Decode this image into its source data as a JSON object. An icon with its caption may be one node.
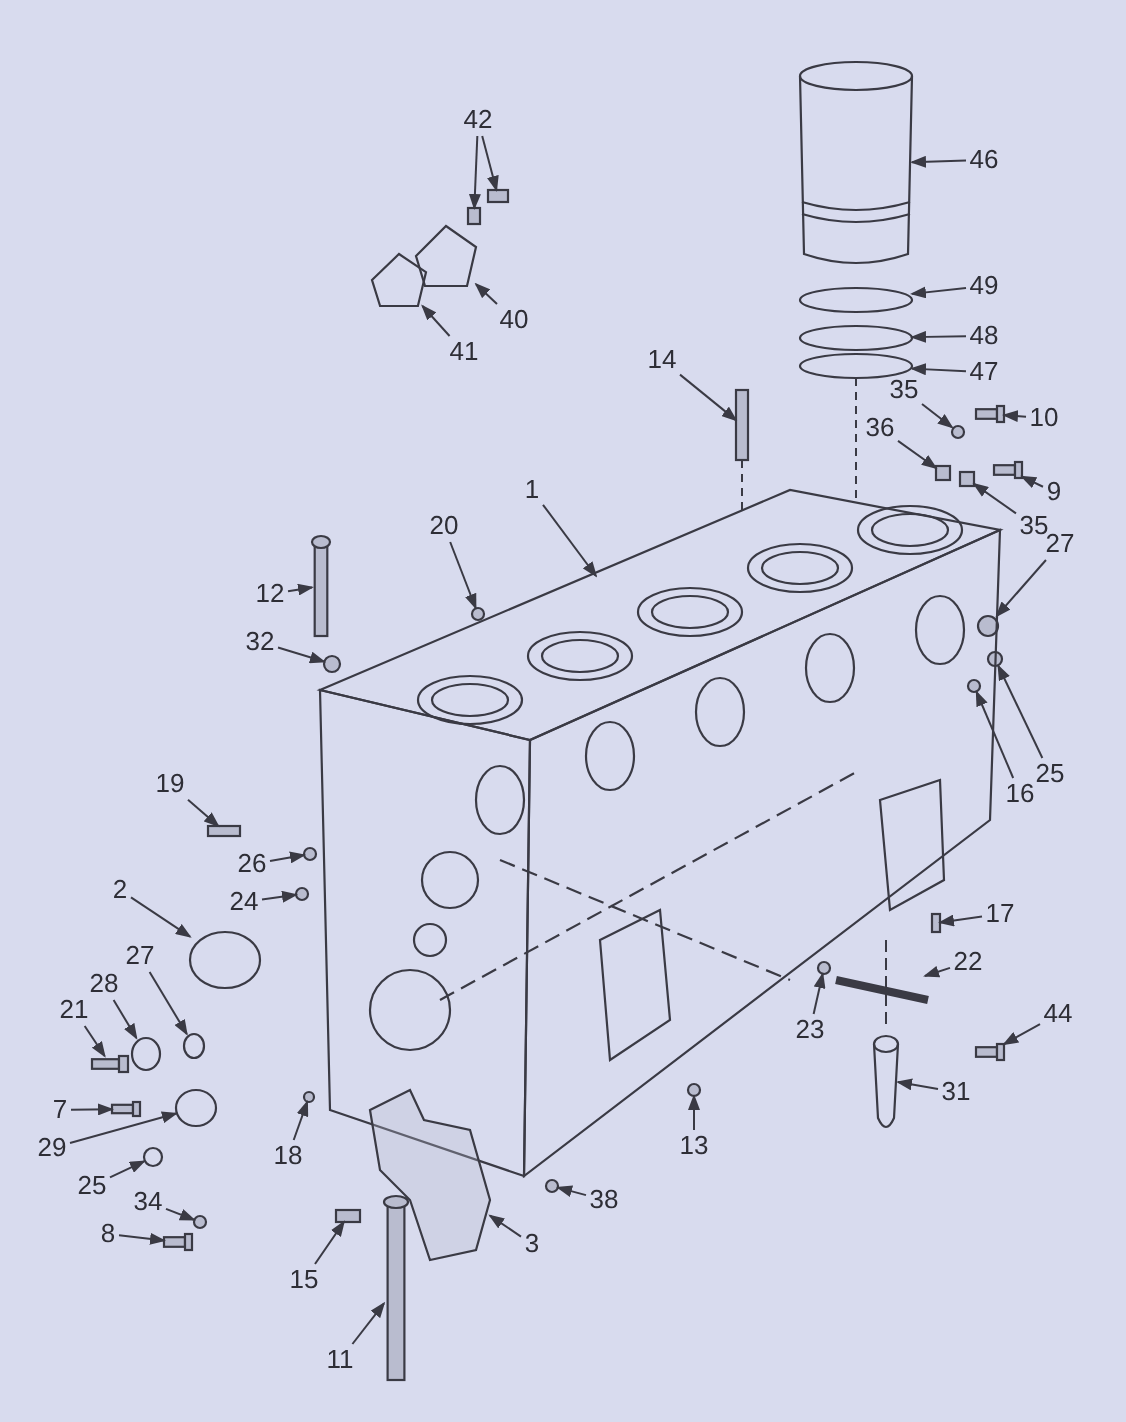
{
  "diagram": {
    "nodes": [
      {
        "text": [
          "42"
        ]
      },
      {
        "text": [
          "46"
        ]
      },
      {
        "text": [
          "49"
        ]
      },
      {
        "text": [
          "40"
        ]
      },
      {
        "text": [
          "48"
        ]
      },
      {
        "text": [
          "41"
        ]
      },
      {
        "text": [
          "14"
        ]
      },
      {
        "text": [
          "47"
        ]
      },
      {
        "text": [
          "35"
        ]
      },
      {
        "text": [
          "10"
        ]
      },
      {
        "text": [
          "36"
        ]
      },
      {
        "text": [
          "9"
        ]
      },
      {
        "text": [
          "1"
        ]
      },
      {
        "text": [
          "35"
        ]
      },
      {
        "text": [
          "20"
        ]
      },
      {
        "text": [
          "27"
        ]
      },
      {
        "text": [
          "12"
        ]
      },
      {
        "text": [
          "32"
        ]
      },
      {
        "text": [
          "25"
        ]
      },
      {
        "text": [
          "19"
        ]
      },
      {
        "text": [
          "16"
        ]
      },
      {
        "text": [
          "26"
        ]
      },
      {
        "text": [
          "2"
        ]
      },
      {
        "text": [
          "24"
        ]
      },
      {
        "text": [
          "17"
        ]
      },
      {
        "text": [
          "27"
        ]
      },
      {
        "text": [
          "22"
        ]
      },
      {
        "text": [
          "28"
        ]
      },
      {
        "text": [
          "21"
        ]
      },
      {
        "text": [
          "44"
        ]
      },
      {
        "text": [
          "23"
        ]
      },
      {
        "text": [
          "31"
        ]
      },
      {
        "text": [
          "7"
        ]
      },
      {
        "text": [
          "29"
        ]
      },
      {
        "text": [
          "13"
        ]
      },
      {
        "text": [
          "18"
        ]
      },
      {
        "text": [
          "25"
        ]
      },
      {
        "text": [
          "38"
        ]
      },
      {
        "text": [
          "34"
        ]
      },
      {
        "text": [
          "8"
        ]
      },
      {
        "text": [
          "3"
        ]
      },
      {
        "text": [
          "15"
        ]
      },
      {
        "text": [
          "11"
        ]
      },
      {
        "text": [],
        "shape": "picture"
      },
      {
        "text": [],
        "shape": "pin"
      },
      {
        "text": [],
        "shape": "pin"
      },
      {
        "text": [],
        "shape": "cylinder"
      },
      {
        "text": [],
        "shape": "ring"
      },
      {
        "text": [],
        "shape": "plate"
      },
      {
        "text": [],
        "shape": "ring"
      },
      {
        "text": [],
        "shape": "plate"
      },
      {
        "text": [],
        "shape": "pin"
      },
      {
        "text": [],
        "shape": "ring"
      },
      {
        "text": [],
        "shape": "circle"
      },
      {
        "text": [],
        "shape": "bolt"
      },
      {
        "text": [],
        "shape": "box"
      },
      {
        "text": [],
        "shape": "bolt"
      },
      {
        "text": [],
        "shape": "box"
      },
      {
        "text": [],
        "shape": "circle"
      },
      {
        "text": [],
        "shape": "circle",
        "in": 43
      },
      {
        "text": [],
        "shape": "bolt"
      },
      {
        "text": [],
        "shape": "circle"
      },
      {
        "text": [],
        "shape": "circle",
        "in": 43
      },
      {
        "text": [],
        "shape": "pin"
      },
      {
        "text": [],
        "shape": "circle",
        "in": 43
      },
      {
        "text": [],
        "shape": "circle"
      },
      {
        "text": [],
        "shape": "ring"
      },
      {
        "text": [],
        "shape": "circle"
      },
      {
        "text": [],
        "shape": "box"
      },
      {
        "text": [],
        "shape": "ring"
      },
      {
        "text": [],
        "shape": "bar"
      },
      {
        "text": [],
        "shape": "ring"
      },
      {
        "text": [],
        "shape": "bolt"
      },
      {
        "text": [],
        "shape": "bolt"
      },
      {
        "text": [],
        "shape": "circle"
      },
      {
        "text": [],
        "shape": "cylinder"
      },
      {
        "text": [],
        "shape": "bolt"
      },
      {
        "text": [],
        "shape": "ring"
      },
      {
        "text": [],
        "shape": "circle"
      },
      {
        "text": [],
        "shape": "circle"
      },
      {
        "text": [],
        "shape": "ring"
      },
      {
        "text": [],
        "shape": "circle"
      },
      {
        "text": [],
        "shape": "circle"
      },
      {
        "text": [],
        "shape": "bolt"
      },
      {
        "text": [],
        "shape": "picture"
      },
      {
        "text": [],
        "shape": "pin"
      },
      {
        "text": [],
        "shape": "bolt"
      }
    ],
    "edges": [
      {
        "from": 0,
        "to": 44,
        "arrow": "to"
      },
      {
        "from": 0,
        "to": 45,
        "arrow": "to"
      },
      {
        "from": 1,
        "to": 46,
        "arrow": "to"
      },
      {
        "from": 2,
        "to": 47,
        "arrow": "to"
      },
      {
        "from": 3,
        "to": 48,
        "arrow": "to"
      },
      {
        "from": 4,
        "to": 49,
        "arrow": "to"
      },
      {
        "from": 5,
        "to": 50,
        "arrow": "to"
      },
      {
        "from": 6,
        "to": 51,
        "arrow": "to"
      },
      {
        "from": 7,
        "to": 52,
        "arrow": "to"
      },
      {
        "from": 8,
        "to": 53,
        "arrow": "to"
      },
      {
        "from": 9,
        "to": 54,
        "arrow": "to"
      },
      {
        "from": 10,
        "to": 55,
        "arrow": "to"
      },
      {
        "from": 11,
        "to": 56,
        "arrow": "to"
      },
      {
        "from": 12,
        "to": 43,
        "arrow": "to"
      },
      {
        "from": 13,
        "to": 57,
        "arrow": "to"
      },
      {
        "from": 14,
        "to": 58,
        "arrow": "to"
      },
      {
        "from": 15,
        "to": 59,
        "arrow": "to"
      },
      {
        "from": 16,
        "to": 60,
        "arrow": "to"
      },
      {
        "from": 17,
        "to": 61,
        "arrow": "to"
      },
      {
        "from": 18,
        "to": 62,
        "arrow": "to"
      },
      {
        "from": 19,
        "to": 63,
        "arrow": "to"
      },
      {
        "from": 20,
        "to": 64,
        "arrow": "to"
      },
      {
        "from": 21,
        "to": 65,
        "arrow": "to"
      },
      {
        "from": 22,
        "to": 66,
        "arrow": "to"
      },
      {
        "from": 23,
        "to": 67,
        "arrow": "to"
      },
      {
        "from": 24,
        "to": 68,
        "arrow": "to"
      },
      {
        "from": 25,
        "to": 69,
        "arrow": "to"
      },
      {
        "from": 26,
        "to": 70,
        "arrow": "to"
      },
      {
        "from": 27,
        "to": 71,
        "arrow": "to"
      },
      {
        "from": 28,
        "to": 72,
        "arrow": "to"
      },
      {
        "from": 29,
        "to": 73,
        "arrow": "to"
      },
      {
        "from": 30,
        "to": 74,
        "arrow": "to"
      },
      {
        "from": 31,
        "to": 75,
        "arrow": "to"
      },
      {
        "from": 32,
        "to": 76,
        "arrow": "to"
      },
      {
        "from": 33,
        "to": 77,
        "arrow": "to"
      },
      {
        "from": 34,
        "to": 78,
        "arrow": "to"
      },
      {
        "from": 35,
        "to": 79,
        "arrow": "to"
      },
      {
        "from": 36,
        "to": 80,
        "arrow": "to"
      },
      {
        "from": 37,
        "to": 81,
        "arrow": "to"
      },
      {
        "from": 38,
        "to": 82,
        "arrow": "to"
      },
      {
        "from": 39,
        "to": 83,
        "arrow": "to"
      },
      {
        "from": 40,
        "to": 84,
        "arrow": "to"
      },
      {
        "from": 41,
        "to": 85,
        "arrow": "to"
      },
      {
        "from": 42,
        "to": 86,
        "arrow": "to"
      },
      {
        "from": 52,
        "to": 43,
        "arrow": "none",
        "style": "dashed"
      },
      {
        "from": 51,
        "to": 43,
        "arrow": "none",
        "style": "dashed"
      }
    ]
  }
}
